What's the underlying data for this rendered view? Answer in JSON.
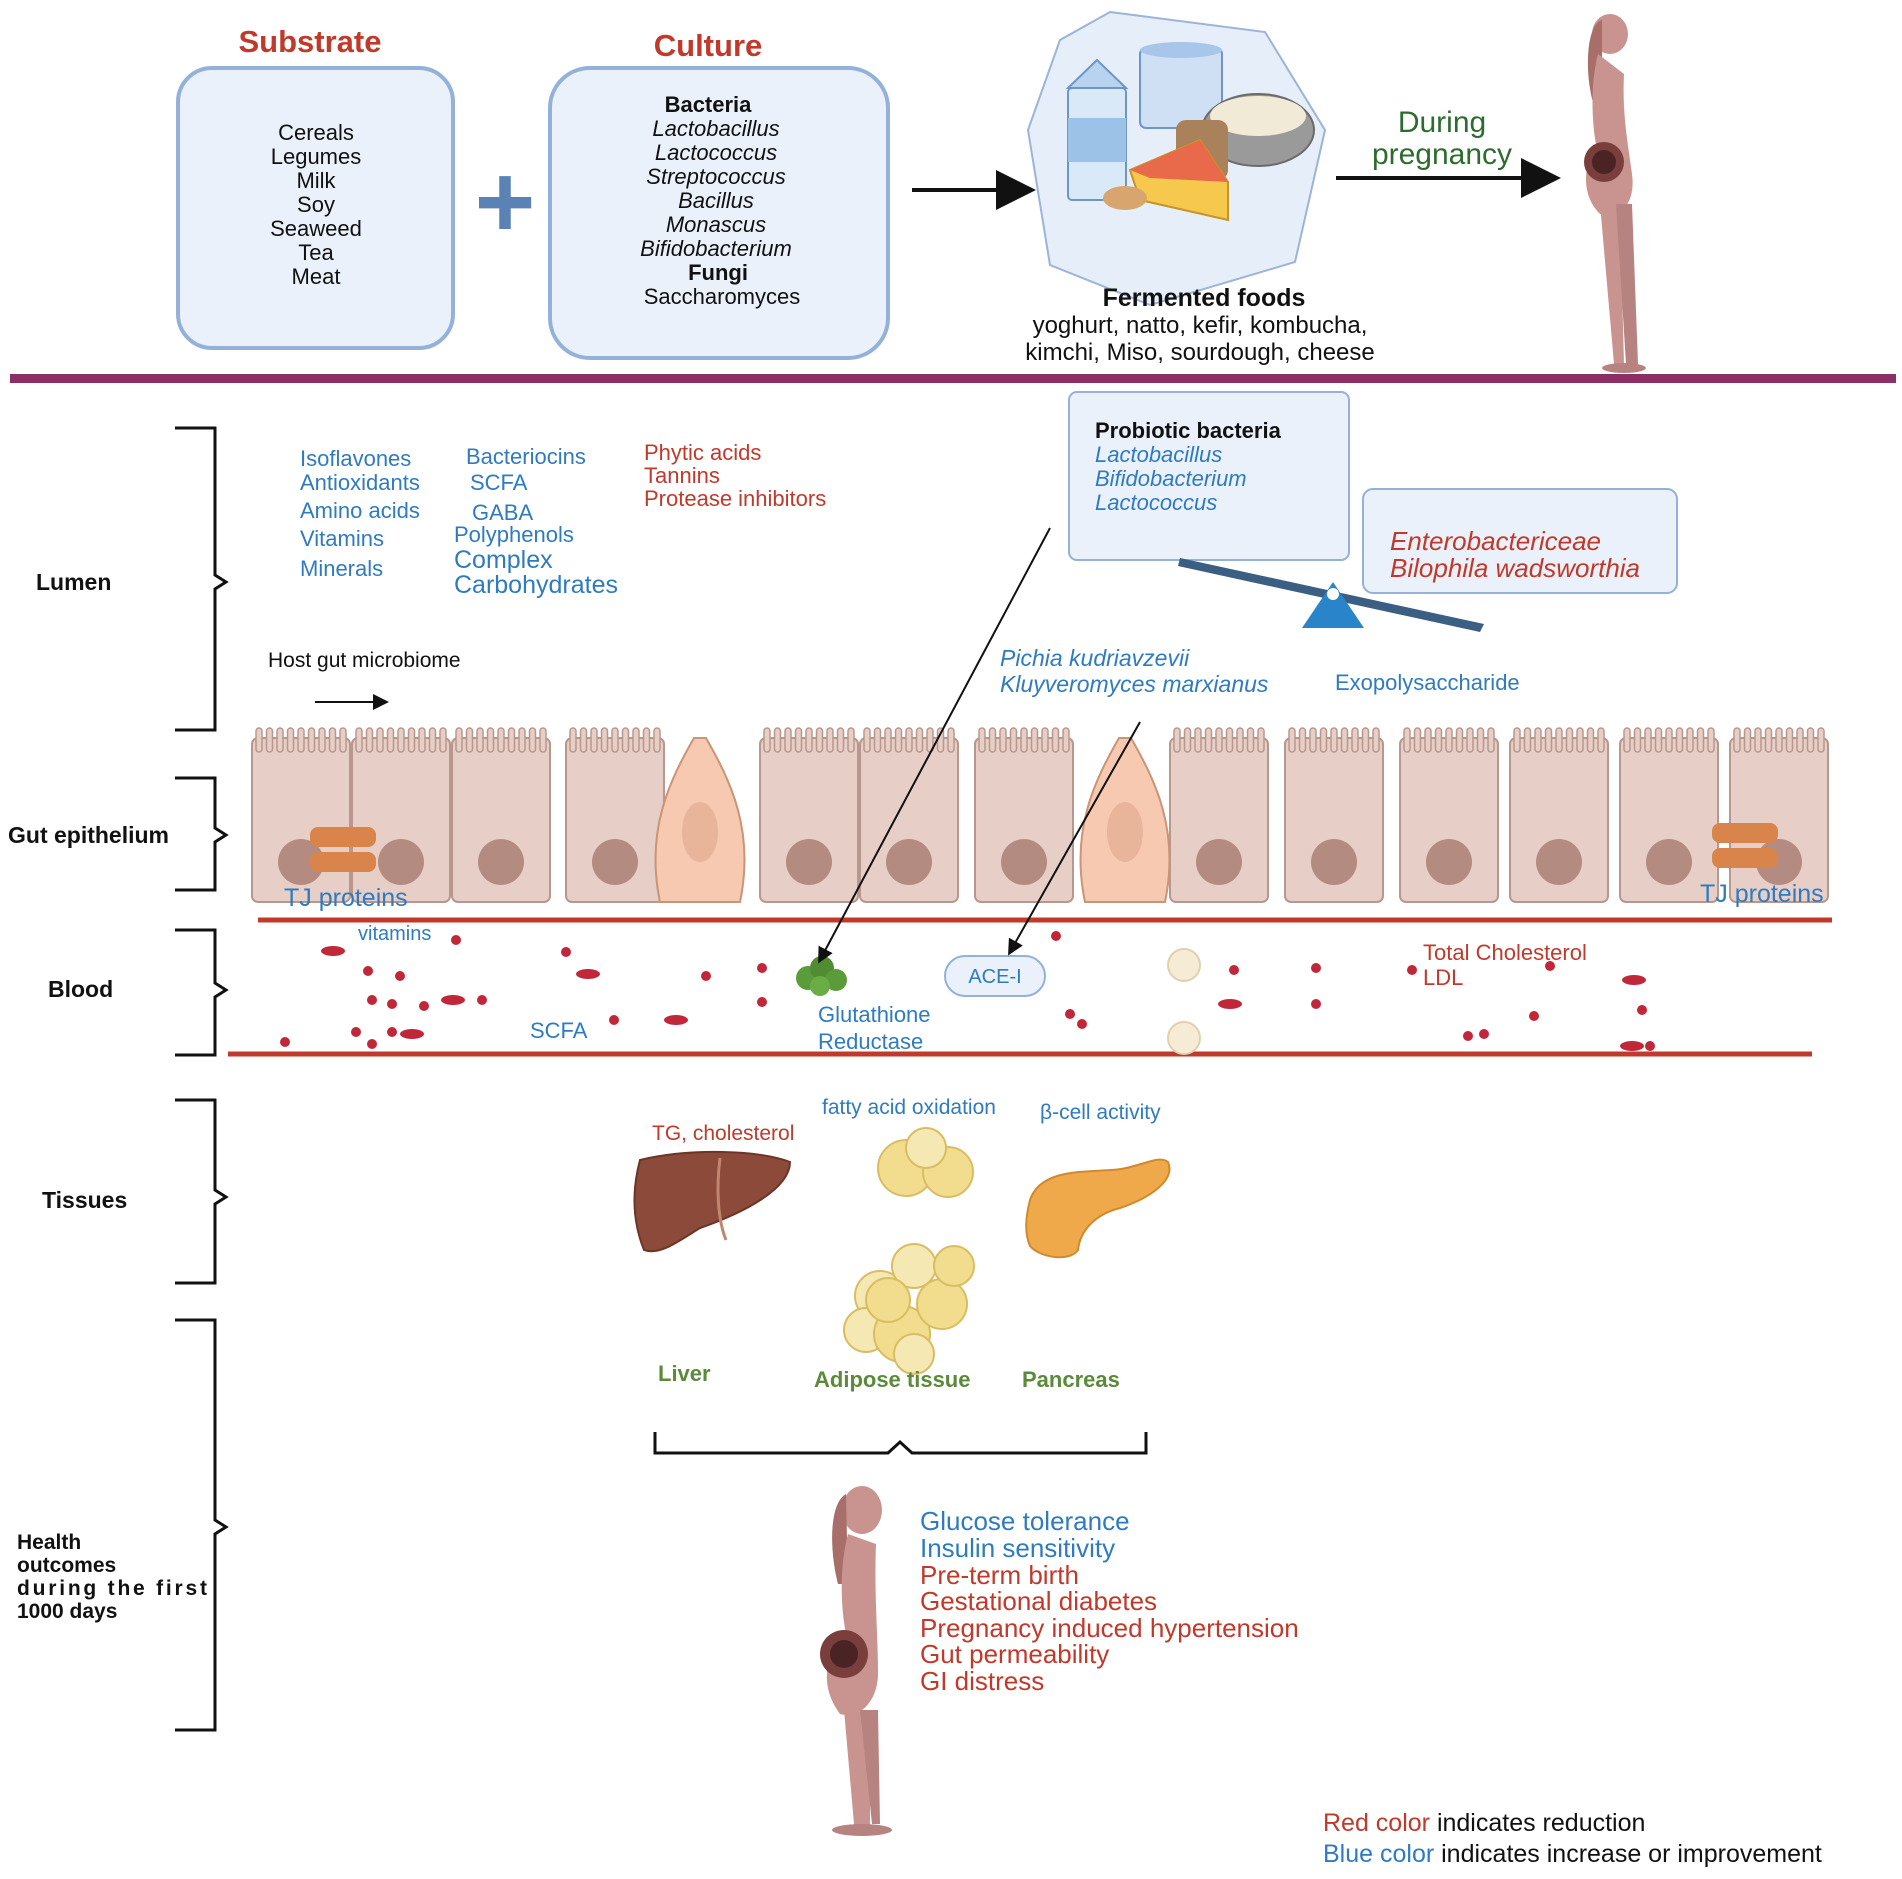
{
  "top": {
    "substrate_title": "Substrate",
    "substrate_items": [
      "Cereals",
      "Legumes",
      "Milk",
      "Soy",
      "Seaweed",
      "Tea",
      "Meat"
    ],
    "plus": "+",
    "culture_title": "Culture",
    "culture_bacteria_head": "Bacteria",
    "culture_bacteria": [
      "Lactobacillus",
      "Lactococcus",
      "Streptococcus",
      "Bacillus",
      "Monascus",
      "Bifidobacterium"
    ],
    "culture_fungi_head": "Fungi",
    "culture_fungi": [
      "Saccharomyces"
    ],
    "fermented_title": "Fermented foods",
    "fermented_line1": "yoghurt, natto, kefir, kombucha,",
    "fermented_line2": "kimchi, Miso, sourdough, cheese",
    "pregnancy_line1": "During",
    "pregnancy_line2": "pregnancy"
  },
  "rows": {
    "lumen": "Lumen",
    "epithelium": "Gut epithelium",
    "blood": "Blood",
    "tissues": "Tissues",
    "health": [
      "Health",
      "outcomes",
      "during the first",
      "1000 days"
    ]
  },
  "lumen": {
    "col1": [
      "Isoflavones",
      "Antioxidants",
      "Amino acids",
      "Vitamins",
      "Minerals"
    ],
    "col2": [
      "Bacteriocins",
      "SCFA",
      "GABA",
      "Polyphenols",
      "Complex",
      "Carbohydrates"
    ],
    "col3": [
      "Phytic acids",
      "Tannins",
      "Protease inhibitors"
    ],
    "probiotic_head": "Probiotic bacteria",
    "probiotic_items": [
      "Lactobacillus",
      "Bifidobacterium",
      "Lactococcus"
    ],
    "pathobionts": [
      "Enterobactericeae",
      "Bilophila wadsworthia"
    ],
    "host_microbiome": "Host gut microbiome",
    "yeasts": [
      "Pichia kudriavzevii",
      "Kluyveromyces marxianus"
    ],
    "exopolysaccharide": "Exopolysaccharide"
  },
  "epithelium": {
    "tj_left": "TJ proteins",
    "tj_right": "TJ proteins"
  },
  "blood": {
    "vitamins": "vitamins",
    "scfa": "SCFA",
    "glutathione": [
      "Glutathione",
      "Reductase"
    ],
    "ace": "ACE-I",
    "cholesterol": [
      "Total Cholesterol",
      "LDL"
    ]
  },
  "tissues": {
    "liver_effect": "TG, cholesterol",
    "adipose_effect": "fatty acid oxidation",
    "pancreas_effect": "β-cell activity",
    "liver": "Liver",
    "adipose": "Adipose tissue",
    "pancreas": "Pancreas"
  },
  "outcomes": {
    "improved": [
      "Glucose tolerance",
      "Insulin sensitivity"
    ],
    "reduced": [
      "Pre-term birth",
      "Gestational diabetes",
      "Pregnancy induced hypertension",
      "Gut permeability",
      "GI distress"
    ]
  },
  "legend": {
    "red_word": "Red color",
    "red_rest": " indicates reduction",
    "blue_word": "Blue color",
    "blue_rest": " indicates increase or improvement"
  },
  "colors": {
    "reduction": "#c0392b",
    "increase": "#2f7bbf",
    "divider": "#8b2f66",
    "tissue_label": "#5a8a3a"
  }
}
